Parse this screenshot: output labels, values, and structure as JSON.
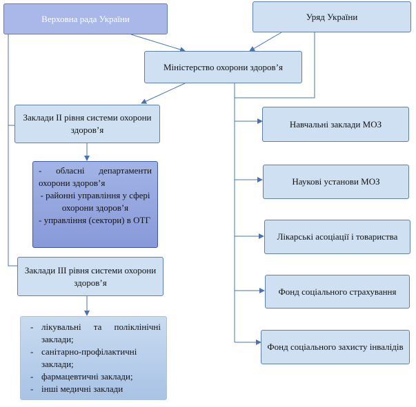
{
  "nodes": {
    "verkhovna_rada": "Верховна рада України",
    "uriad": "Уряд України",
    "moz": "Міністерство охорони здоров’я",
    "level2": "Заклади ІІ рівня системи охорони здоров’я",
    "level3": "Заклади ІІІ рівня системи охорони здоров’я",
    "education": "Навчальні заклади МОЗ",
    "science": "Наукові установи МОЗ",
    "associations": "Лікарські асоціації і товариства",
    "social_insurance": "Фонд соціального страхування",
    "disabled_fund": "Фонд соціального захисту інвалідів"
  },
  "level2_details": [
    "- обласні департаменти охорони здоров’я",
    "- районні управління у сфері охорони здоров’я",
    "- управління (сектори) в ОТГ"
  ],
  "level3_details": [
    "лікувальні та поліклінічні заклади;",
    "санітарно-профілактичні заклади;",
    "фармацевтичні заклади;",
    "інші медичні заклади"
  ],
  "colors": {
    "line": "#4a72b0",
    "box_fill": "#cfe0f2",
    "box_border": "#5b7fa8",
    "accent_fill": "#a9b8e8",
    "dark_fill": "#8899d9"
  }
}
